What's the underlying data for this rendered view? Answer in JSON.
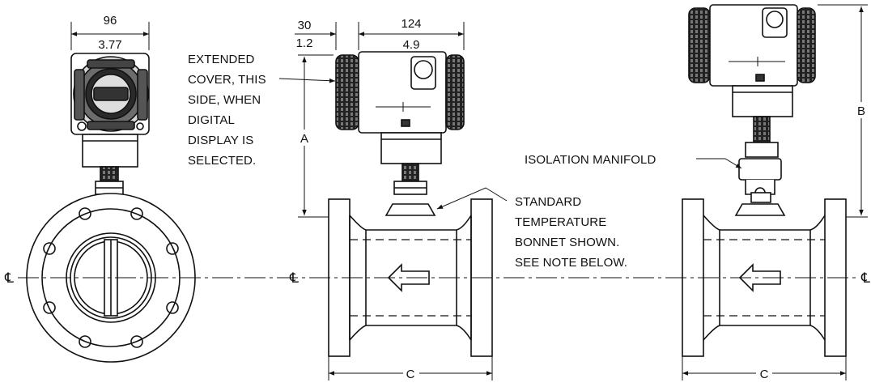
{
  "dimensions": {
    "front_width_mm": "96",
    "front_width_in": "3.77",
    "cover_offset_mm": "30",
    "cover_offset_in": "1.2",
    "housing_width_mm": "124",
    "housing_width_in": "4.9",
    "height_a": "A",
    "height_b": "B",
    "length_c_middle": "C",
    "length_c_right": "C"
  },
  "callouts": {
    "extended_cover": [
      "EXTENDED",
      "COVER, THIS",
      "SIDE, WHEN",
      "DIGITAL",
      "DISPLAY IS",
      "SELECTED."
    ],
    "standard_bonnet": [
      "STANDARD",
      "TEMPERATURE",
      "BONNET SHOWN.",
      "SEE NOTE BELOW."
    ],
    "isolation_manifold": "ISOLATION MANIFOLD"
  },
  "centerline_symbols": [
    "℄",
    "℄",
    "℄"
  ],
  "colors": {
    "ink": "#111111",
    "background": "#ffffff"
  }
}
